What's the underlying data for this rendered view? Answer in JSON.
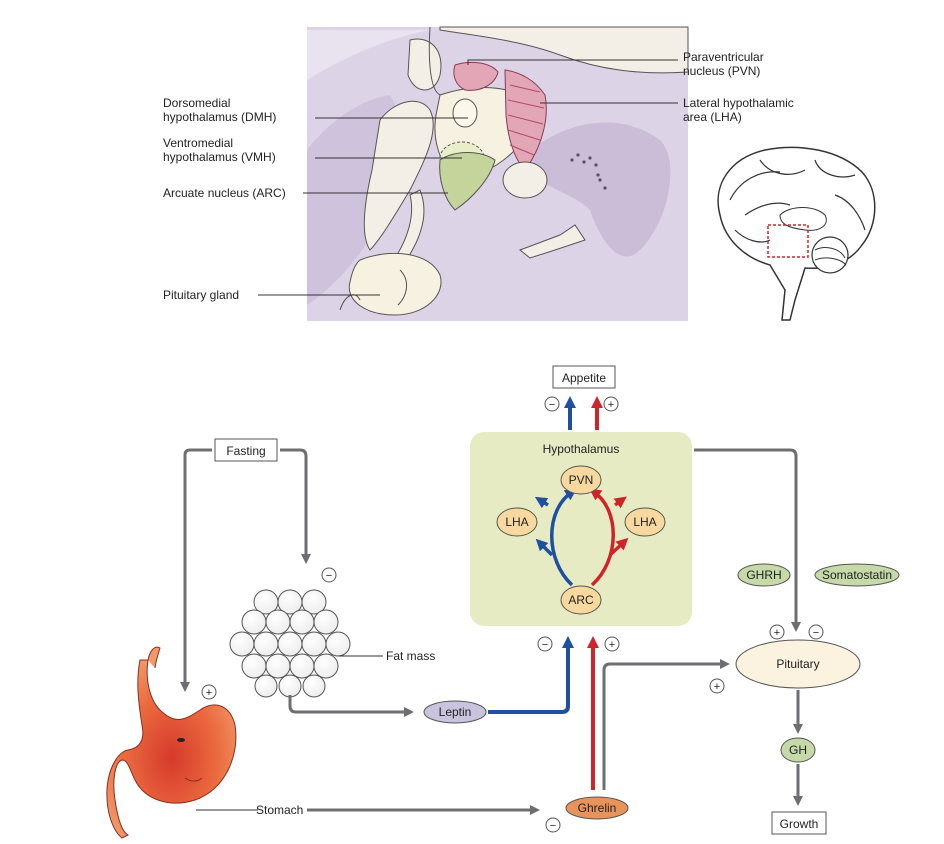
{
  "anatomy": {
    "labels": {
      "pvn": [
        "Paraventricular",
        "nucleus (PVN)"
      ],
      "dmh": [
        "Dorsomedial",
        "hypothalamus (DMH)"
      ],
      "lha": [
        "Lateral hypothalamic",
        "area (LHA)"
      ],
      "vmh": [
        "Ventromedial",
        "hypothalamus (VMH)"
      ],
      "arc": "Arcuate nucleus (ARC)",
      "pituitary": "Pituitary gland"
    }
  },
  "pathway": {
    "appetite": "Appetite",
    "hypothalamus": "Hypothalamus",
    "pvn": "PVN",
    "lha": "LHA",
    "arc": "ARC",
    "fasting": "Fasting",
    "fat_mass": "Fat mass",
    "leptin": "Leptin",
    "ghrelin": "Ghrelin",
    "stomach": "Stomach",
    "ghrh": "GHRH",
    "somatostatin": "Somatostatin",
    "pituitary": "Pituitary",
    "gh": "GH",
    "growth": "Growth",
    "plus": "+",
    "minus": "−"
  },
  "colors": {
    "inhibit_arrow": "#1f4fa0",
    "stimulate_arrow": "#d0242b",
    "grey_arrow": "#6d6e71",
    "hypothalamus_panel": "#e6ebc4",
    "nucleus_fill": "#f7d9a0",
    "leptin_fill": "#c9c3dd",
    "ghrelin_fill": "#e8935a",
    "hormone_fill": "#c6d9a8",
    "stomach_fill": "#e8603a"
  }
}
